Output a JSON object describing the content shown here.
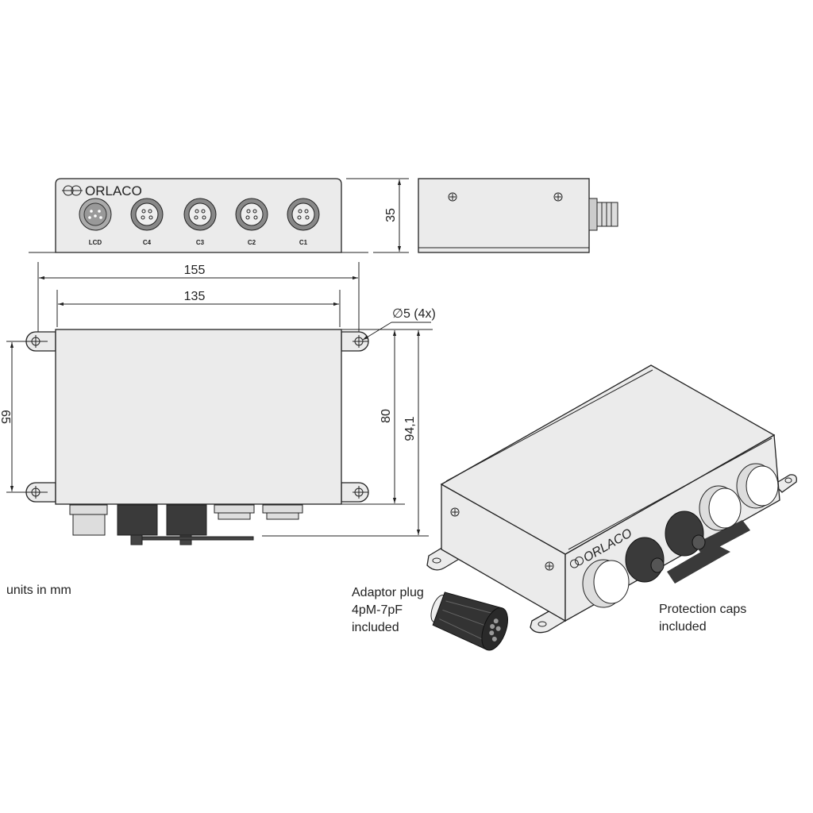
{
  "front_view": {
    "brand": "ORLACO",
    "connectors": [
      "LCD",
      "C4",
      "C3",
      "C2",
      "C1"
    ]
  },
  "dimensions": {
    "height": "35",
    "overall_width": "155",
    "body_width": "135",
    "hole_spacing": "65",
    "body_depth": "80",
    "overall_depth": "94,1",
    "hole_diameter": "∅5 (4x)"
  },
  "notes": {
    "units": "units in mm",
    "adaptor": [
      "Adaptor plug",
      "4pM-7pF",
      "included"
    ],
    "caps": [
      "Protection caps",
      "included"
    ]
  },
  "iso_view": {
    "brand": "ORLACO"
  },
  "colors": {
    "body": "#ebebeb",
    "line": "#222222",
    "dark_cap": "#3a3a3a"
  }
}
